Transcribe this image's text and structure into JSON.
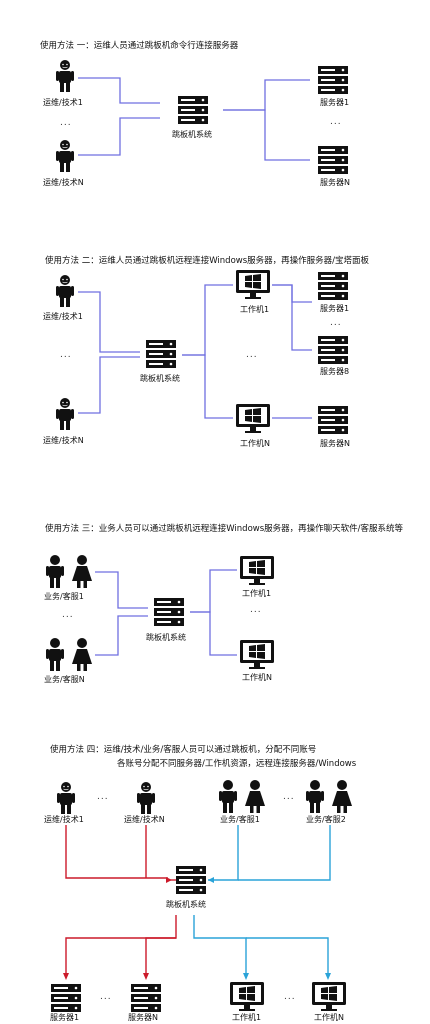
{
  "colors": {
    "line_blue": "#6f6fe0",
    "line_red": "#cc1a2a",
    "line_cyan": "#2aa3d8",
    "icon": "#111111"
  },
  "section1": {
    "title": "使用方法 一：运维人员通过跳板机命令行连接服务器",
    "users": [
      "运维/技术1",
      "运维/技术N"
    ],
    "jump": "跳板机系统",
    "servers": [
      "服务器1",
      "服务器N"
    ],
    "dots": "..."
  },
  "section2": {
    "title": "使用方法 二：运维人员通过跳板机远程连接Windows服务器，再操作服务器/宝塔面板",
    "users": [
      "运维/技术1",
      "运维/技术N"
    ],
    "jump": "跳板机系统",
    "workstations": [
      "工作机1",
      "工作机N"
    ],
    "servers": [
      "服务器1",
      "服务器8",
      "服务器N"
    ],
    "dots": "..."
  },
  "section3": {
    "title": "使用方法 三：业务人员可以通过跳板机远程连接Windows服务器，再操作聊天软件/客服系统等",
    "users": [
      "业务/客服1",
      "业务/客服N"
    ],
    "jump": "跳板机系统",
    "workstations": [
      "工作机1",
      "工作机N"
    ],
    "dots": "..."
  },
  "section4": {
    "title_line1": "使用方法 四：运维/技术/业务/客服人员可以通过跳板机，分配不同账号",
    "title_line2": "各账号分配不同服务器/工作机资源，远程连接服务器/Windows",
    "users_tech": [
      "运维/技术1",
      "运维/技术N"
    ],
    "users_biz": [
      "业务/客服1",
      "业务/客服2"
    ],
    "jump": "跳板机系统",
    "servers": [
      "服务器1",
      "服务器N"
    ],
    "workstations": [
      "工作机1",
      "工作机N"
    ],
    "dots": "..."
  }
}
